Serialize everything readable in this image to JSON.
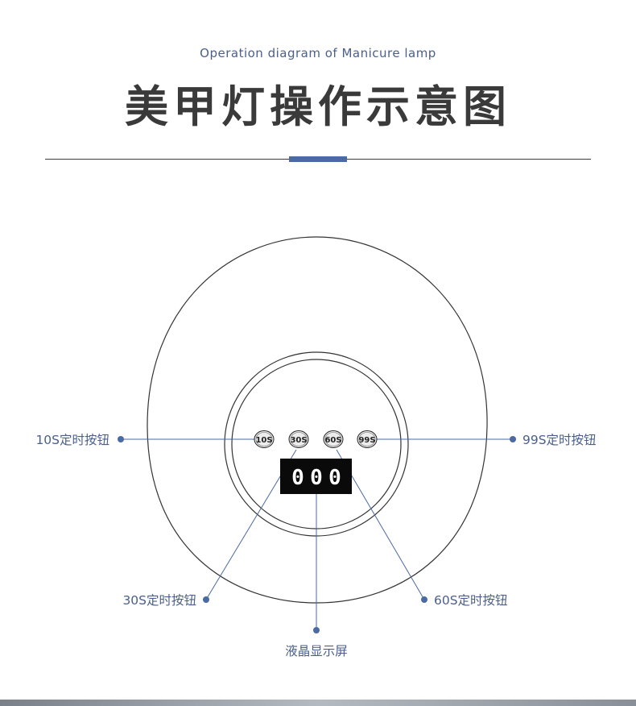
{
  "header": {
    "subtitle": "Operation diagram of Manicure lamp",
    "title": "美甲灯操作示意图"
  },
  "buttons": [
    {
      "id": "10s",
      "label": "10S"
    },
    {
      "id": "30s",
      "label": "30S"
    },
    {
      "id": "60s",
      "label": "60S"
    },
    {
      "id": "99s",
      "label": "99S"
    }
  ],
  "display": {
    "digits": [
      "0",
      "0",
      "0"
    ]
  },
  "callouts": {
    "btn10": "10S定时按钮",
    "btn99": "99S定时按钮",
    "btn30": "30S定时按钮",
    "btn60": "60S定时按钮",
    "lcd": "液晶显示屏"
  },
  "colors": {
    "accent": "#4a6aa3",
    "label": "#4a5f8c",
    "outline": "#333333"
  }
}
